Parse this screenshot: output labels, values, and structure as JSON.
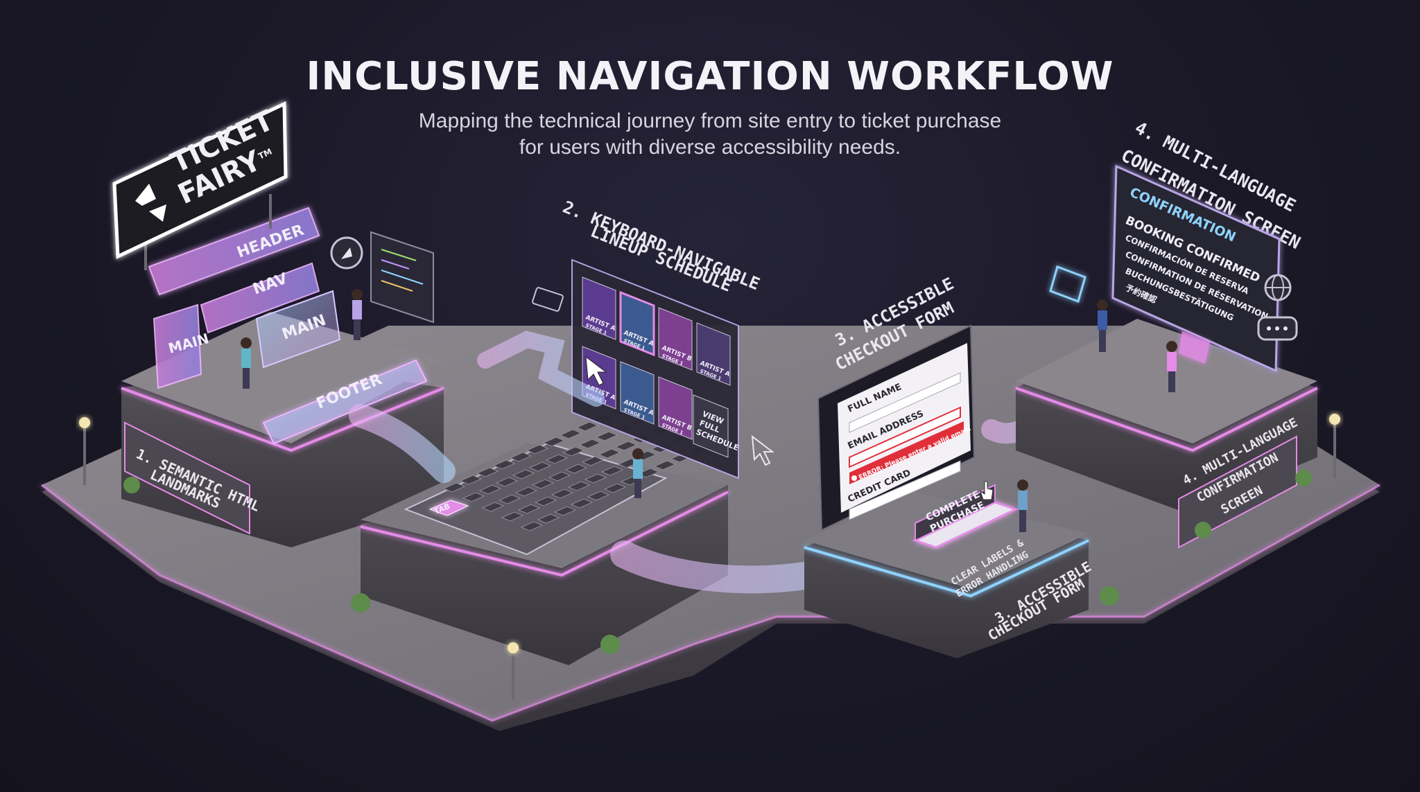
{
  "title": "INCLUSIVE NAVIGATION WORKFLOW",
  "subtitle_line1": "Mapping the technical journey from site entry to ticket purchase",
  "subtitle_line2": "for users with diverse accessibility needs.",
  "logo": {
    "line1": "TICKET",
    "line2": "FAIRY",
    "tm": "TM"
  },
  "stage1": {
    "blocks": {
      "header": "HEADER",
      "nav": "NAV",
      "main_left": "MAIN",
      "main_right": "MAIN",
      "footer": "FOOTER"
    },
    "plaque_line1": "1. SEMANTIC HTML",
    "plaque_line2": "LANDMARKS"
  },
  "stage2": {
    "heading_line1": "2. KEYBOARD-NAVIGABLE",
    "heading_line2": "LINEUP SCHEDULE",
    "tab_key": "TAB",
    "artists": [
      {
        "name": "ARTIST A",
        "stage": "STAGE 1"
      },
      {
        "name": "ARTIST A",
        "stage": "STAGE 1"
      },
      {
        "name": "ARTIST B",
        "stage": "STAGE 1"
      },
      {
        "name": "ARTIST A",
        "stage": "STAGE 1"
      },
      {
        "name": "ARTIST A",
        "stage": "STAGE 1"
      },
      {
        "name": "ARTIST A",
        "stage": "STAGE 1"
      },
      {
        "name": "ARTIST B",
        "stage": "STAGE 1"
      }
    ],
    "view_full_line1": "VIEW",
    "view_full_line2": "FULL",
    "view_full_line3": "SCHEDULE"
  },
  "stage3": {
    "heading_line1": "3. ACCESSIBLE",
    "heading_line2": "CHECKOUT FORM",
    "form": {
      "full_name": "FULL NAME",
      "email": "EMAIL ADDRESS",
      "error": "ERROR: Please enter a valid email.",
      "credit_card": "CREDIT CARD"
    },
    "button_line1": "COMPLETE",
    "button_line2": "PURCHASE",
    "note_line1": "CLEAR LABELS &",
    "note_line2": "ERROR HANDLING",
    "plaque_line1": "3. ACCESSIBLE",
    "plaque_line2": "CHECKOUT FORM"
  },
  "stage4": {
    "heading_line1": "4. MULTI-LANGUAGE",
    "heading_line2": "CONFIRMATION SCREEN",
    "screen_title": "CONFIRMATION",
    "confirm_lines": [
      "BOOKING CONFIRMED",
      "CONFIRMACIÓN DE RESERVA",
      "CONFIRMATION DE RÉSERVATION",
      "BUCHUNGSBESTÄTIGUNG",
      "予約確認"
    ],
    "plaque_line1": "4. MULTI-LANGUAGE",
    "plaque_line2": "CONFIRMATION",
    "plaque_line3": "SCREEN"
  },
  "colors": {
    "neon_pink": "#e58be8",
    "neon_blue": "#8fd3ff",
    "error_red": "#e02f3a",
    "glass": "#b9a6e6"
  }
}
